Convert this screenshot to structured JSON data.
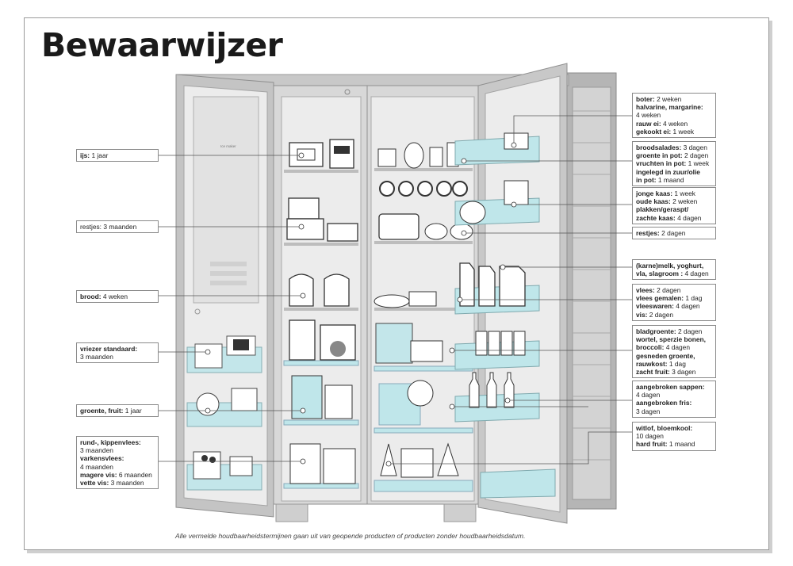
{
  "title": "Bewaarwijzer",
  "footnote": "Alle vermelde houdbaarheidstermijnen gaan uit van geopende producten of producten zonder houdbaarheidsdatum.",
  "fridge_panel_text": "Ice maker",
  "colors": {
    "shelf_tint": "#bfe6ea",
    "line": "#555555",
    "fridge_body": "#cfcfcf",
    "interior": "#e9e9e9"
  },
  "left_labels": [
    {
      "lines": [
        [
          [
            "ijs: ",
            true
          ],
          [
            "1 jaar",
            false
          ]
        ]
      ]
    },
    {
      "lines": [
        [
          [
            "restjes: ",
            false
          ],
          [
            "3 maanden",
            false
          ]
        ]
      ]
    },
    {
      "lines": [
        [
          [
            "brood: ",
            true
          ],
          [
            "4 weken",
            false
          ]
        ]
      ]
    },
    {
      "lines": [
        [
          [
            "vriezer standaard:",
            true
          ]
        ],
        [
          [
            "3 maanden",
            false
          ]
        ]
      ]
    },
    {
      "lines": [
        [
          [
            "groente, fruit: ",
            true
          ],
          [
            "1 jaar",
            false
          ]
        ]
      ]
    },
    {
      "lines": [
        [
          [
            "rund-, kippenvlees:",
            true
          ]
        ],
        [
          [
            "3 maanden",
            false
          ]
        ],
        [
          [
            "varkensvlees:",
            true
          ]
        ],
        [
          [
            "4 maanden",
            false
          ]
        ],
        [
          [
            "magere vis: ",
            true
          ],
          [
            "6 maanden",
            false
          ]
        ],
        [
          [
            "vette vis: ",
            true
          ],
          [
            "3 maanden",
            false
          ]
        ]
      ]
    }
  ],
  "right_labels": [
    {
      "lines": [
        [
          [
            "boter: ",
            true
          ],
          [
            "2 weken",
            false
          ]
        ],
        [
          [
            "halvarine, margarine:",
            true
          ]
        ],
        [
          [
            "4 weken",
            false
          ]
        ],
        [
          [
            "rauw ei: ",
            true
          ],
          [
            "4 weken",
            false
          ]
        ],
        [
          [
            "gekookt ei: ",
            true
          ],
          [
            "1 week",
            false
          ]
        ]
      ]
    },
    {
      "lines": [
        [
          [
            "broodsalades: ",
            true
          ],
          [
            "3 dagen",
            false
          ]
        ],
        [
          [
            "groente in pot: ",
            true
          ],
          [
            "2 dagen",
            false
          ]
        ],
        [
          [
            "vruchten in pot: ",
            true
          ],
          [
            "1 week",
            false
          ]
        ],
        [
          [
            "ingelegd in zuur/olie",
            true
          ]
        ],
        [
          [
            "in pot: ",
            true
          ],
          [
            "1 maand",
            false
          ]
        ]
      ]
    },
    {
      "lines": [
        [
          [
            "jonge kaas: ",
            true
          ],
          [
            "1 week",
            false
          ]
        ],
        [
          [
            "oude kaas: ",
            true
          ],
          [
            "2 weken",
            false
          ]
        ],
        [
          [
            "plakken/geraspt/",
            true
          ]
        ],
        [
          [
            "zachte kaas: ",
            true
          ],
          [
            "4 dagen",
            false
          ]
        ]
      ]
    },
    {
      "lines": [
        [
          [
            "restjes: ",
            true
          ],
          [
            "2 dagen",
            false
          ]
        ]
      ]
    },
    {
      "lines": [
        [
          [
            "(karne)melk, yoghurt,",
            true
          ]
        ],
        [
          [
            "vla, slagroom : ",
            true
          ],
          [
            "4 dagen",
            false
          ]
        ]
      ]
    },
    {
      "lines": [
        [
          [
            "vlees: ",
            true
          ],
          [
            "2 dagen",
            false
          ]
        ],
        [
          [
            "vlees gemalen: ",
            true
          ],
          [
            "1 dag",
            false
          ]
        ],
        [
          [
            "vleeswaren: ",
            true
          ],
          [
            "4 dagen",
            false
          ]
        ],
        [
          [
            "vis: ",
            true
          ],
          [
            "2 dagen",
            false
          ]
        ]
      ]
    },
    {
      "lines": [
        [
          [
            "bladgroente: ",
            true
          ],
          [
            "2 dagen",
            false
          ]
        ],
        [
          [
            "wortel, sperzie bonen,",
            true
          ]
        ],
        [
          [
            "broccoli: ",
            true
          ],
          [
            "4 dagen",
            false
          ]
        ],
        [
          [
            "gesneden groente,",
            true
          ]
        ],
        [
          [
            "rauwkost: ",
            true
          ],
          [
            "1 dag",
            false
          ]
        ],
        [
          [
            "zacht fruit: ",
            true
          ],
          [
            "3 dagen",
            false
          ]
        ]
      ]
    },
    {
      "lines": [
        [
          [
            "aangebroken sappen:",
            true
          ]
        ],
        [
          [
            "4 dagen",
            false
          ]
        ],
        [
          [
            "aangebroken fris:",
            true
          ]
        ],
        [
          [
            "3 dagen",
            false
          ]
        ]
      ]
    },
    {
      "lines": [
        [
          [
            "witlof, bloemkool:",
            true
          ]
        ],
        [
          [
            "10 dagen",
            false
          ]
        ],
        [
          [
            "hard fruit: ",
            true
          ],
          [
            "1 maand",
            false
          ]
        ]
      ]
    }
  ]
}
